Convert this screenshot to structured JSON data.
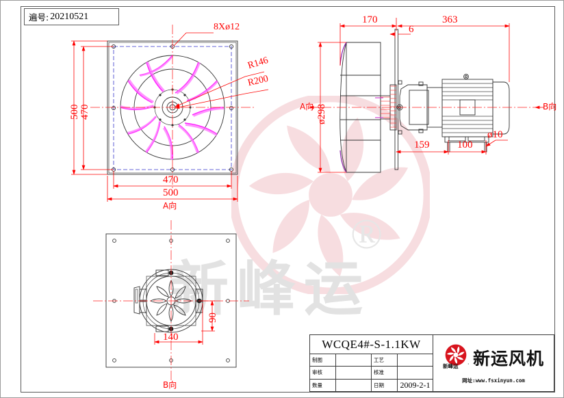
{
  "sheet": {
    "code_label": "遍号:",
    "code_value": "20210521"
  },
  "views": {
    "front": {
      "caption": "A向",
      "labels": {
        "holes": "8Xø12",
        "r_inner": "R146",
        "r_outer": "R200"
      },
      "dims": {
        "outer_v": "500",
        "inner_v": "470",
        "inner_h": "470",
        "outer_h": "500"
      }
    },
    "side": {
      "caption_left": "A向",
      "caption_right": "B向",
      "dims": {
        "depth_housing": "170",
        "depth_motor": "363",
        "plate_thickness": "6",
        "inlet_dia": "ø298",
        "motor_offset": "159",
        "motor_base": "100",
        "base_hole": "ø10"
      }
    },
    "bottom": {
      "caption": "B向",
      "dims": {
        "width": "140",
        "height": "90"
      }
    }
  },
  "title_block": {
    "model": "WCQE4#-S-1.1KW",
    "rows": [
      {
        "label_left": "制图",
        "value_left": "",
        "label_right": "工艺",
        "value_right": ""
      },
      {
        "label_left": "审核",
        "value_left": "",
        "label_right": "核准",
        "value_right": ""
      },
      {
        "label_left": "数量",
        "value_left": "",
        "label_right": "日期",
        "value_right": "2009-2-1"
      }
    ],
    "brand": {
      "name": "新运风机",
      "sub": "新峰运",
      "star": "‧",
      "url": "网址:www.fsxinyun.com"
    }
  },
  "watermark": {
    "text": "新峰运",
    "registered": "®"
  },
  "colors": {
    "dimension_red": "#ff0000",
    "blade_magenta": "#ff00ff",
    "bolt_blue": "#3333cc",
    "outline_dark": "#333333",
    "watermark_gray": "#e2e2e2",
    "watermark_pink": "#f7dcdf",
    "brand_red": "#d8141e"
  }
}
